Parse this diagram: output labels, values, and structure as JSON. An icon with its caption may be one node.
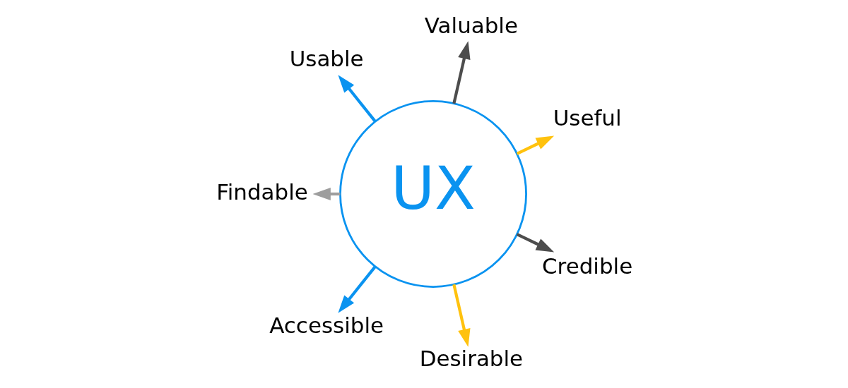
{
  "diagram": {
    "nodes": [
      {
        "text": [
          "UX"
        ]
      },
      {
        "text": [
          "Useful"
        ]
      },
      {
        "text": [
          "Valuable"
        ]
      },
      {
        "text": [
          "Usable"
        ]
      },
      {
        "text": [
          "Findable"
        ]
      },
      {
        "text": [
          "Accessible"
        ]
      },
      {
        "text": [
          "Desirable"
        ]
      },
      {
        "text": [
          "Credible"
        ]
      }
    ],
    "edges": [
      {
        "from": 0,
        "to": 1,
        "arrow": "to",
        "color": "#ffc20e"
      },
      {
        "from": 0,
        "to": 3,
        "arrow": "to",
        "color": "#0a93f0"
      },
      {
        "from": 0,
        "to": 4,
        "arrow": "to",
        "color": "#9e9e9e"
      },
      {
        "from": 0,
        "to": 7,
        "arrow": "to",
        "color": "#4d4d4d"
      },
      {
        "from": 0,
        "to": 6,
        "arrow": "to",
        "color": "#ffc20e"
      },
      {
        "from": 0,
        "to": 5,
        "arrow": "to",
        "color": "#0a93f0"
      },
      {
        "from": 0,
        "to": 2,
        "arrow": "to",
        "color": "#4d4d4d"
      }
    ]
  }
}
